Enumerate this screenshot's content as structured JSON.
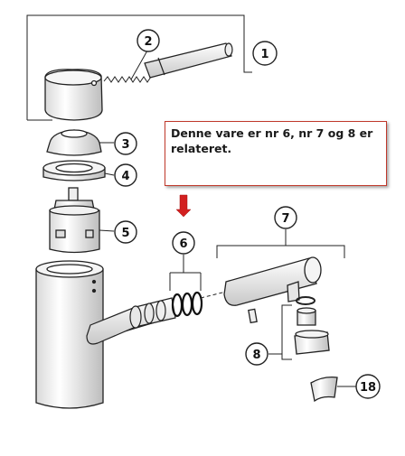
{
  "note": {
    "text": "Denne vare er nr 6, nr 7 og 8 er relateret."
  },
  "callouts": {
    "c1": "1",
    "c2": "2",
    "c3": "3",
    "c4": "4",
    "c5": "5",
    "c6": "6",
    "c7": "7",
    "c8": "8",
    "c18": "18"
  },
  "colors": {
    "note_border": "#c0392b",
    "arrow": "#d22020",
    "line": "#222222",
    "part_fill": "#f2f2f2"
  }
}
